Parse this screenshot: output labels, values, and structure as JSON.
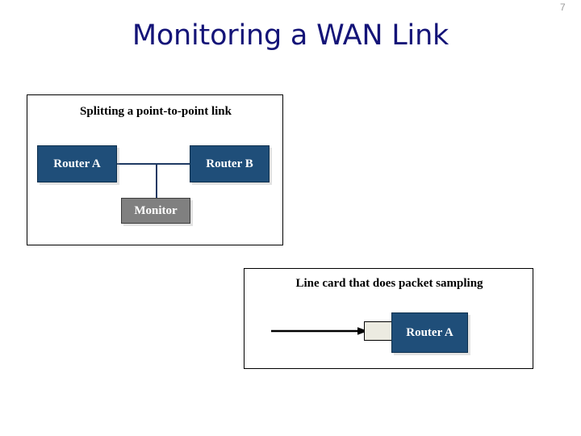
{
  "slide": {
    "number": "7",
    "title": "Monitoring a WAN Link",
    "title_color": "#141478",
    "background_color": "#ffffff",
    "number_color": "#9a9a9a"
  },
  "colors": {
    "router_fill": "#1f4e79",
    "router_border": "#0d2f4d",
    "monitor_fill": "#808080",
    "monitor_border": "#3d3d3d",
    "line_card_fill": "#ecebe1",
    "connector": "#1f3a63",
    "arrow": "#000000",
    "frame_border": "#000000",
    "node_text": "#ffffff",
    "caption_text": "#000000"
  },
  "diagrams": [
    {
      "id": "splitting-a-point-to-point-link",
      "caption": "Splitting a point-to-point link",
      "nodes": [
        {
          "id": "router-a",
          "label": "Router A",
          "kind": "router"
        },
        {
          "id": "router-b",
          "label": "Router B",
          "kind": "router"
        },
        {
          "id": "monitor",
          "label": "Monitor",
          "kind": "monitor"
        }
      ],
      "links": [
        {
          "from": "router-a",
          "to": "junction",
          "style": "solid"
        },
        {
          "from": "junction",
          "to": "router-b",
          "style": "solid"
        },
        {
          "from": "junction",
          "to": "monitor",
          "style": "solid"
        }
      ]
    },
    {
      "id": "line-card-that-does-packet-sampling",
      "caption": "Line card that does packet sampling",
      "nodes": [
        {
          "id": "router-a",
          "label": "Router A",
          "kind": "router"
        },
        {
          "id": "line-card",
          "label": "",
          "kind": "line-card"
        }
      ],
      "links": [
        {
          "from": "inbound-traffic",
          "to": "line-card",
          "style": "arrow"
        }
      ]
    }
  ]
}
